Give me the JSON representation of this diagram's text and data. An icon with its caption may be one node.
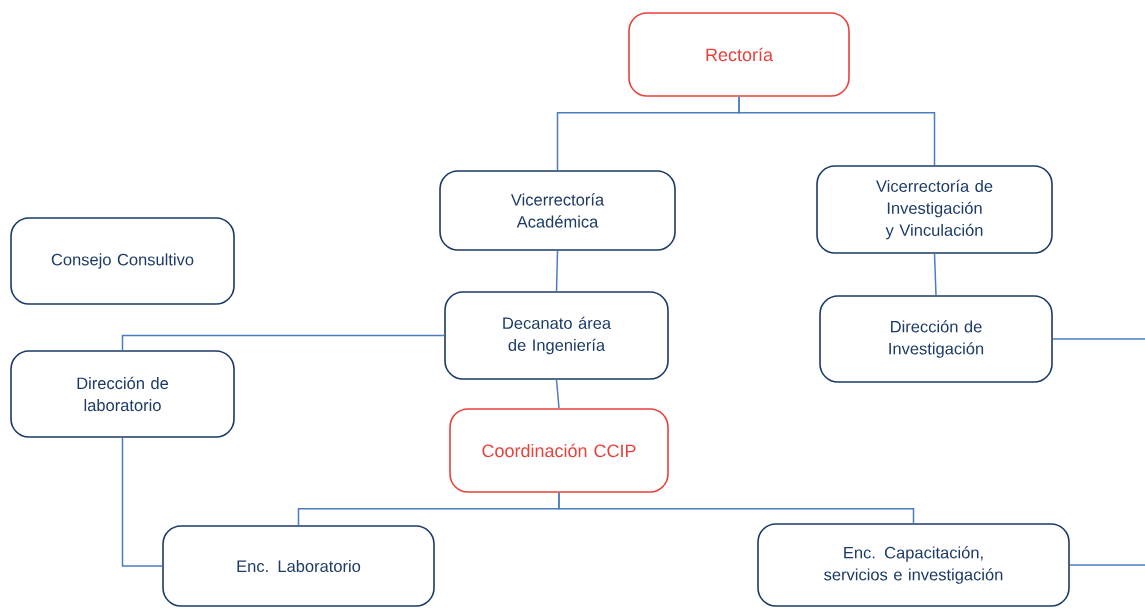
{
  "diagram": {
    "nodes": [
      {
        "text": [
          "Rectoría"
        ]
      },
      {
        "text": [
          "Vicerrectoría Académica"
        ]
      },
      {
        "text": [
          "Vicerrectoría de Investigación y Vinculación"
        ]
      },
      {
        "text": [
          "Consejo Consultivo"
        ]
      },
      {
        "text": [
          "Decanato área de Ingeniería"
        ]
      },
      {
        "text": [
          "Dirección de Investigación"
        ]
      },
      {
        "text": [
          "Dirección de laboratorio"
        ]
      },
      {
        "text": [
          "Coordinación CCIP"
        ]
      },
      {
        "text": [
          "Enc. Laboratorio"
        ]
      },
      {
        "text": [
          "Enc. Capacitación, servicios e investigación"
        ]
      }
    ],
    "edges": [
      {
        "from": 0,
        "to": 1,
        "arrow": "none"
      },
      {
        "from": 0,
        "to": 2,
        "arrow": "none"
      },
      {
        "from": 1,
        "to": 4,
        "arrow": "none"
      },
      {
        "from": 2,
        "to": 5,
        "arrow": "none"
      },
      {
        "from": 4,
        "to": 6,
        "arrow": "none"
      },
      {
        "from": 4,
        "to": 7,
        "arrow": "none"
      },
      {
        "from": 7,
        "to": 8,
        "arrow": "none"
      },
      {
        "from": 7,
        "to": 9,
        "arrow": "none"
      },
      {
        "from": 6,
        "to": 8,
        "arrow": "none"
      },
      {
        "from": 5,
        "to": null,
        "arrow": "none"
      },
      {
        "from": 9,
        "to": null,
        "arrow": "none"
      }
    ]
  }
}
